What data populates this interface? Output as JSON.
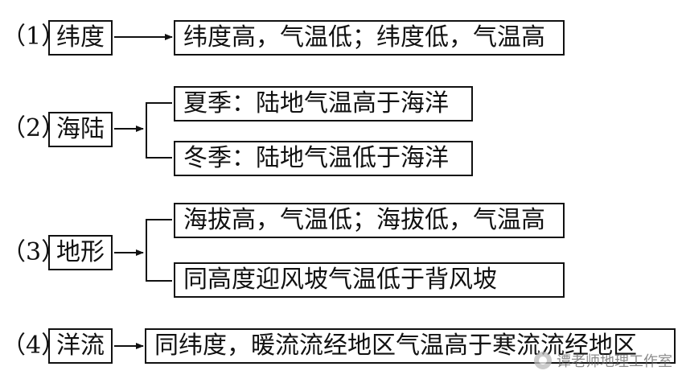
{
  "rows": [
    {
      "num": "（1）",
      "factor": "纬度",
      "results": [
        "纬度高，气温低；纬度低，气温高"
      ]
    },
    {
      "num": "（2）",
      "factor": "海陆",
      "results": [
        "夏季：陆地气温高于海洋",
        "冬季：陆地气温低于海洋"
      ]
    },
    {
      "num": "（3）",
      "factor": "地形",
      "results": [
        "海拔高，气温低；海拔低，气温高",
        "同高度迎风坡气温低于背风坡"
      ]
    },
    {
      "num": "（4）",
      "factor": "洋流",
      "results": [
        "同纬度，暖流流经地区气温高于寒流流经地区"
      ]
    }
  ],
  "watermark": "谭老师地理工作室"
}
